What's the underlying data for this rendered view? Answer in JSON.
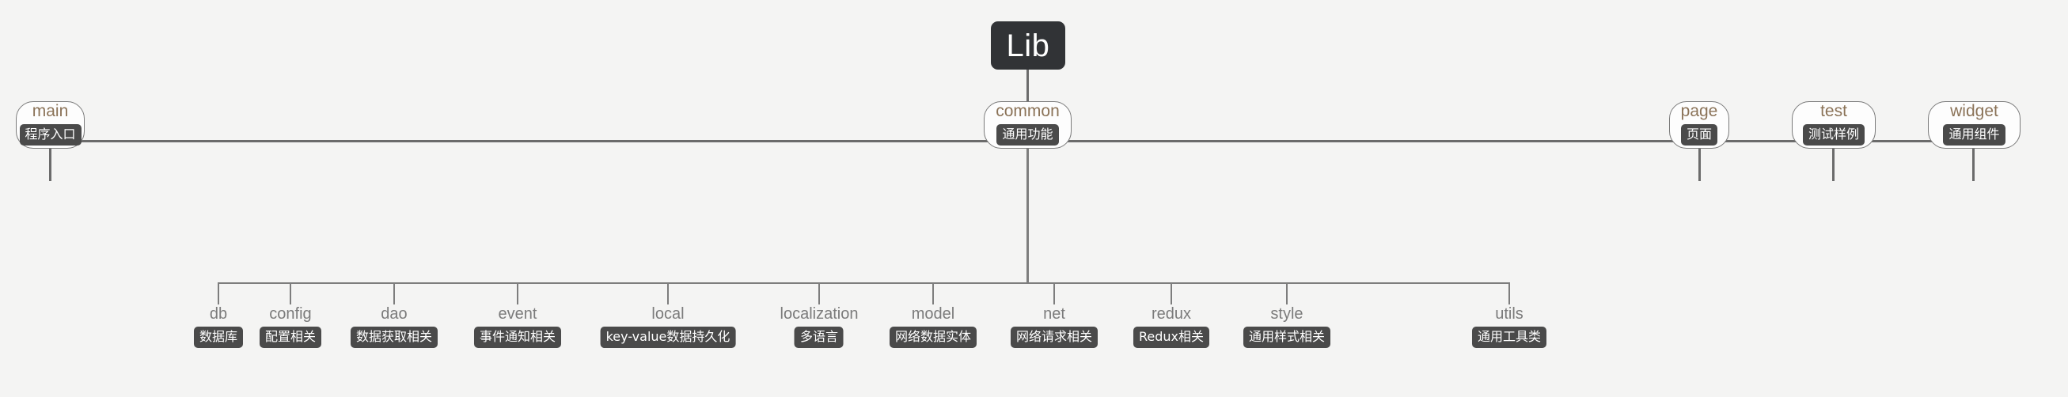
{
  "diagram": {
    "type": "tree",
    "title": "Lib",
    "background_color": "#f4f4f3",
    "root": {
      "label": "Lib",
      "node_color": "#313336",
      "text_color": "#ffffff"
    },
    "branch_text_color": "#8b7358",
    "leaf_text_color": "#7b7b7b",
    "badge_color": "#4a4a4a",
    "connector_color": "#6f6f6f",
    "branches": [
      {
        "label": "main",
        "badge": "程序入口"
      },
      {
        "label": "common",
        "badge": "通用功能"
      },
      {
        "label": "page",
        "badge": "页面"
      },
      {
        "label": "test",
        "badge": "测试样例"
      },
      {
        "label": "widget",
        "badge": "通用组件"
      }
    ],
    "leaves": [
      {
        "label": "db",
        "badge": "数据库"
      },
      {
        "label": "config",
        "badge": "配置相关"
      },
      {
        "label": "dao",
        "badge": "数据获取相关"
      },
      {
        "label": "event",
        "badge": "事件通知相关"
      },
      {
        "label": "local",
        "badge": "key-value数据持久化"
      },
      {
        "label": "localization",
        "badge": "多语言"
      },
      {
        "label": "model",
        "badge": "网络数据实体"
      },
      {
        "label": "net",
        "badge": "网络请求相关"
      },
      {
        "label": "redux",
        "badge": "Redux相关"
      },
      {
        "label": "style",
        "badge": "通用样式相关"
      },
      {
        "label": "utils",
        "badge": "通用工具类"
      }
    ]
  }
}
